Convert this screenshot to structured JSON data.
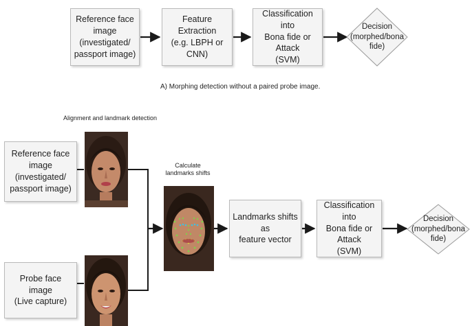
{
  "top_row": {
    "reference_box": [
      "Reference face",
      "image (investigated/",
      "passport image)"
    ],
    "feature_box": [
      "Feature Extraction",
      "(e.g. LBPH or CNN)"
    ],
    "classify_box": [
      "Classification into",
      "Bona fide or Attack",
      "(SVM)"
    ],
    "decision": [
      "Decision",
      "(morphed/bona",
      "fide)"
    ]
  },
  "caption_a": "A) Morphing detection without a paired probe image.",
  "bottom_row": {
    "alignment_label": "Alignment and landmark detection",
    "reference_box": [
      "Reference face",
      "image (investigated/",
      "passport image)"
    ],
    "probe_box": [
      "Probe face image",
      "(Live capture)"
    ],
    "shifts_label": [
      "Calculate",
      "landmarks shifts"
    ],
    "feature_box": [
      "Landmarks shifts as",
      "feature vector"
    ],
    "classify_box": [
      "Classification into",
      "Bona fide or Attack",
      "(SVM)"
    ],
    "decision": [
      "Decision",
      "(morphed/bona",
      "fide)"
    ]
  }
}
